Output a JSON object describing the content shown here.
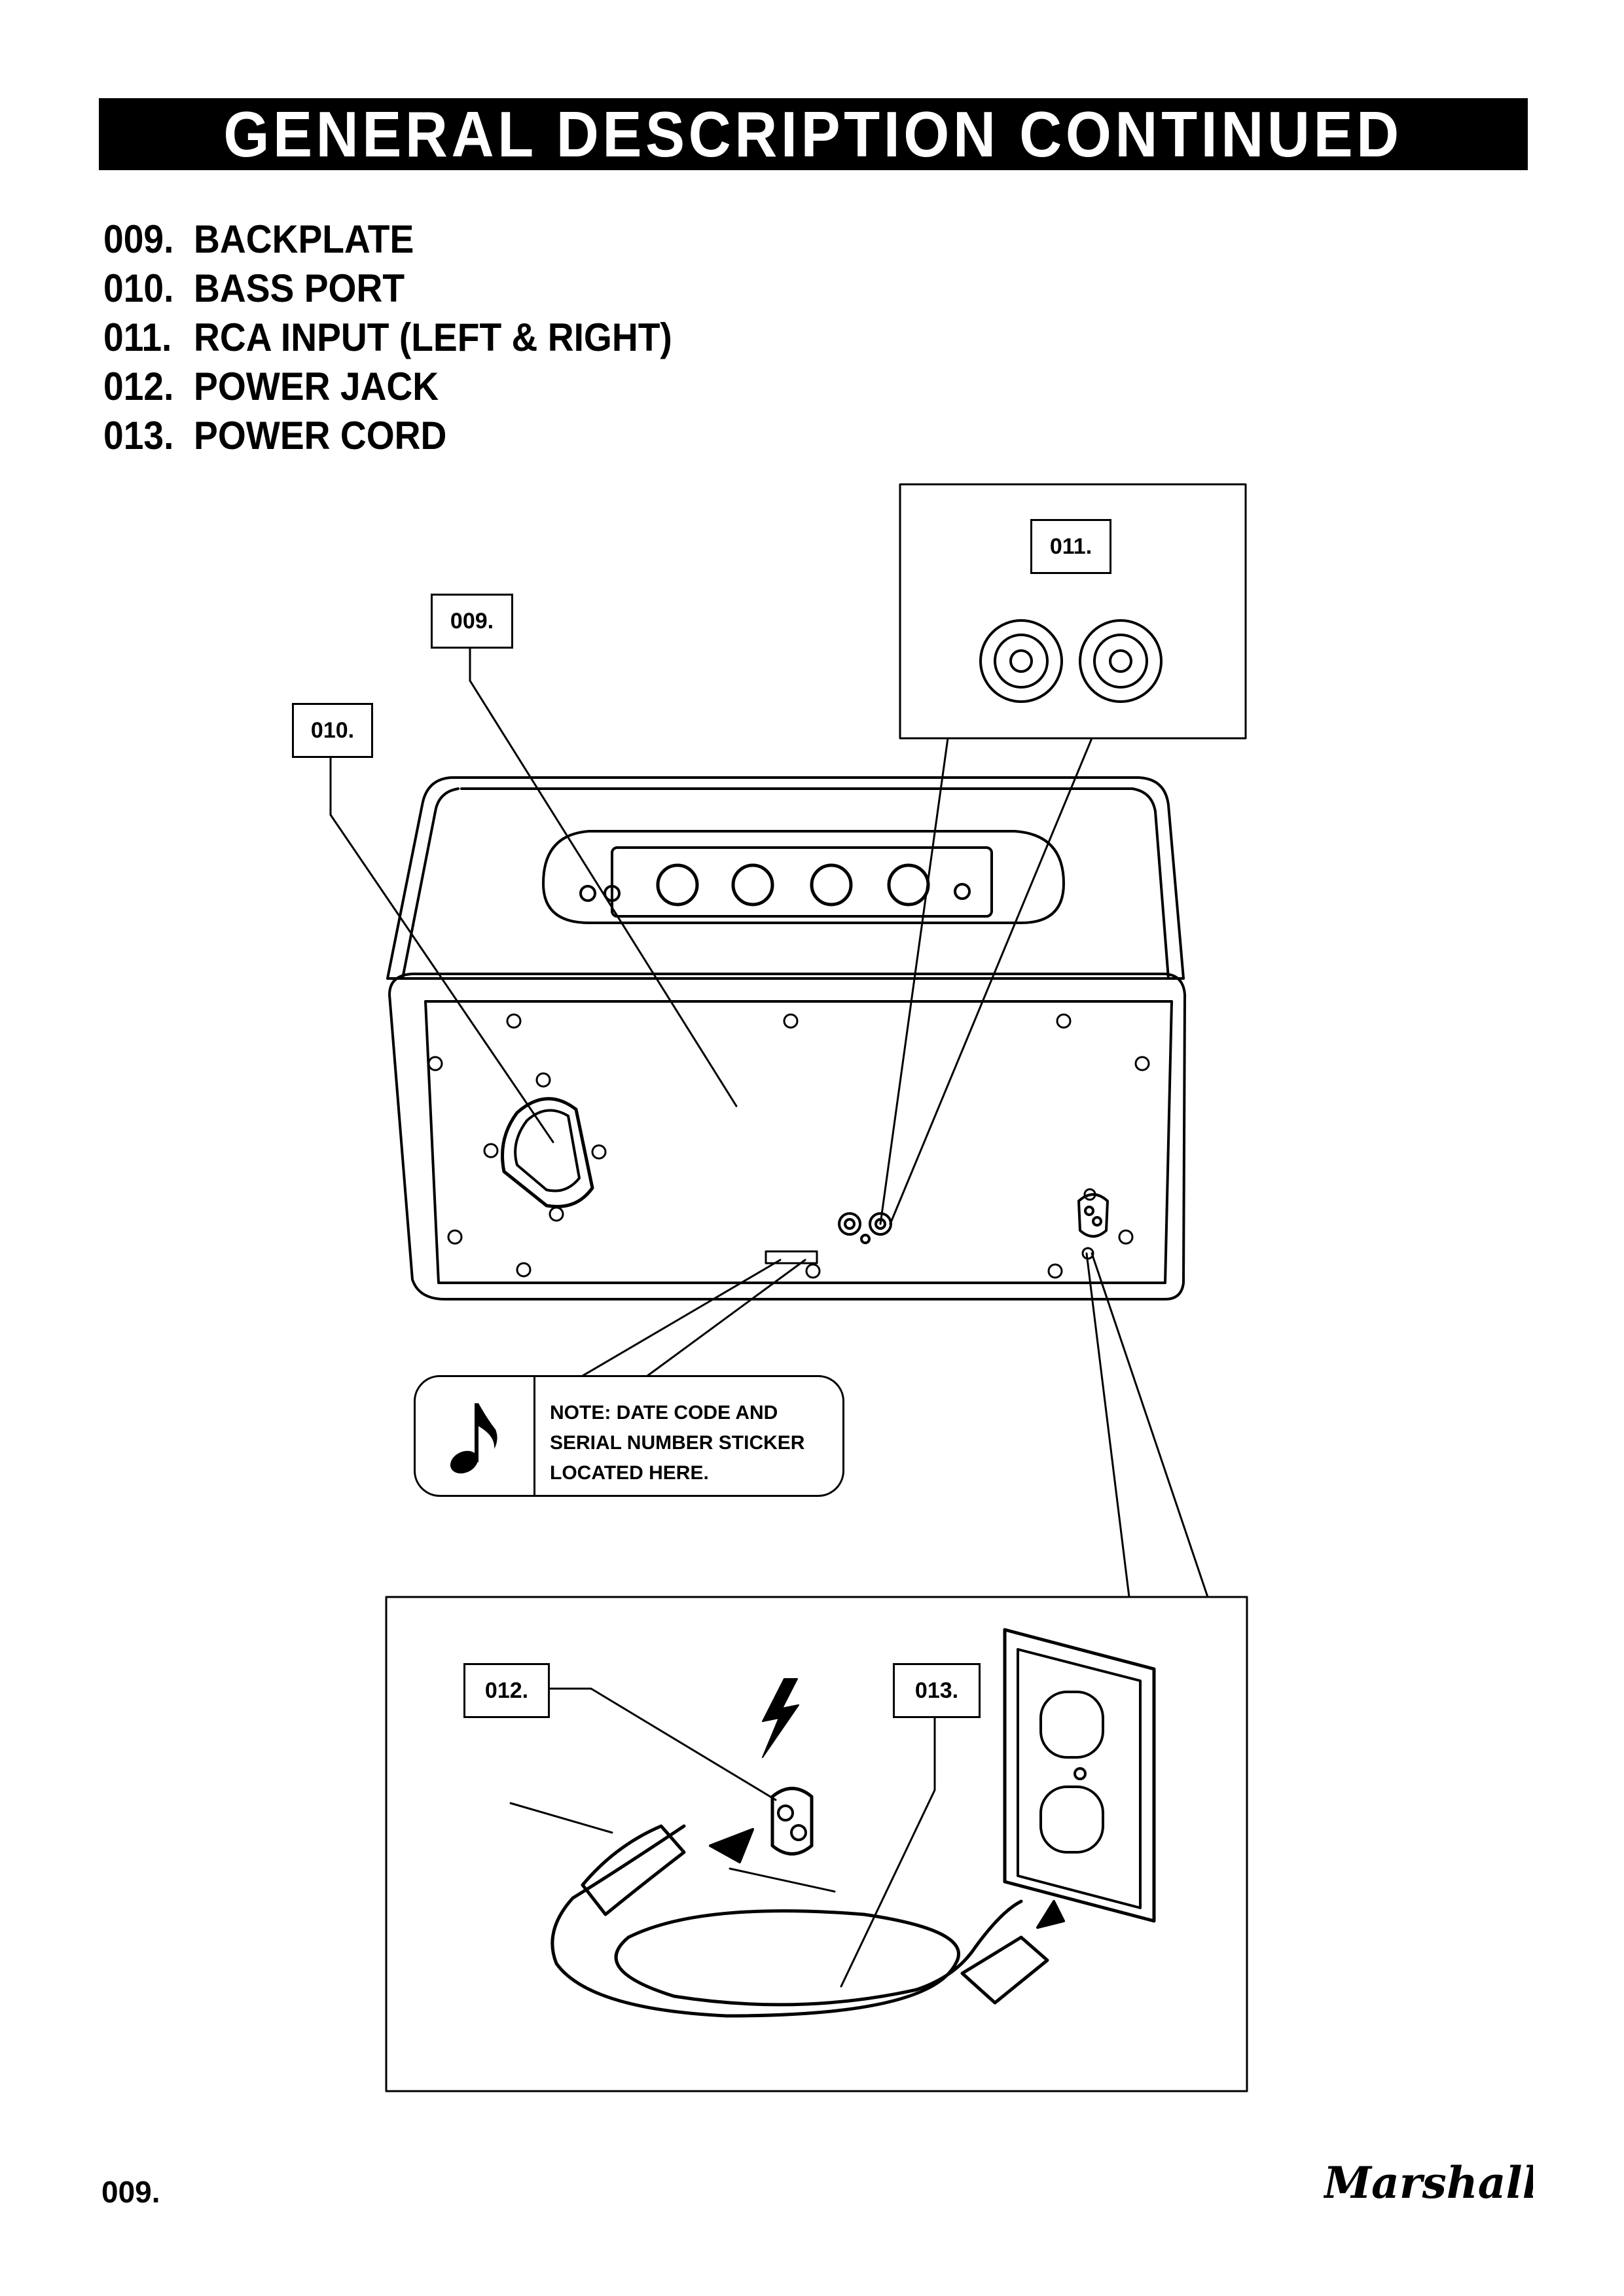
{
  "header": {
    "title": "GENERAL DESCRIPTION CONTINUED"
  },
  "parts": [
    {
      "num": "009.",
      "label": "BACKPLATE"
    },
    {
      "num": "010.",
      "label": "BASS PORT"
    },
    {
      "num": "011.",
      "label": "RCA INPUT (LEFT & RIGHT)"
    },
    {
      "num": "012.",
      "label": "POWER JACK"
    },
    {
      "num": "013.",
      "label": "POWER CORD"
    }
  ],
  "callouts": {
    "c009": "009.",
    "c010": "010.",
    "c011": "011.",
    "c012": "012.",
    "c013": "013."
  },
  "note": {
    "icon": "music-note-icon",
    "text": "NOTE: DATE CODE AND\nSERIAL NUMBER STICKER\nLOCATED HERE."
  },
  "footer": {
    "page_number": "009.",
    "brand": "Marshall"
  }
}
